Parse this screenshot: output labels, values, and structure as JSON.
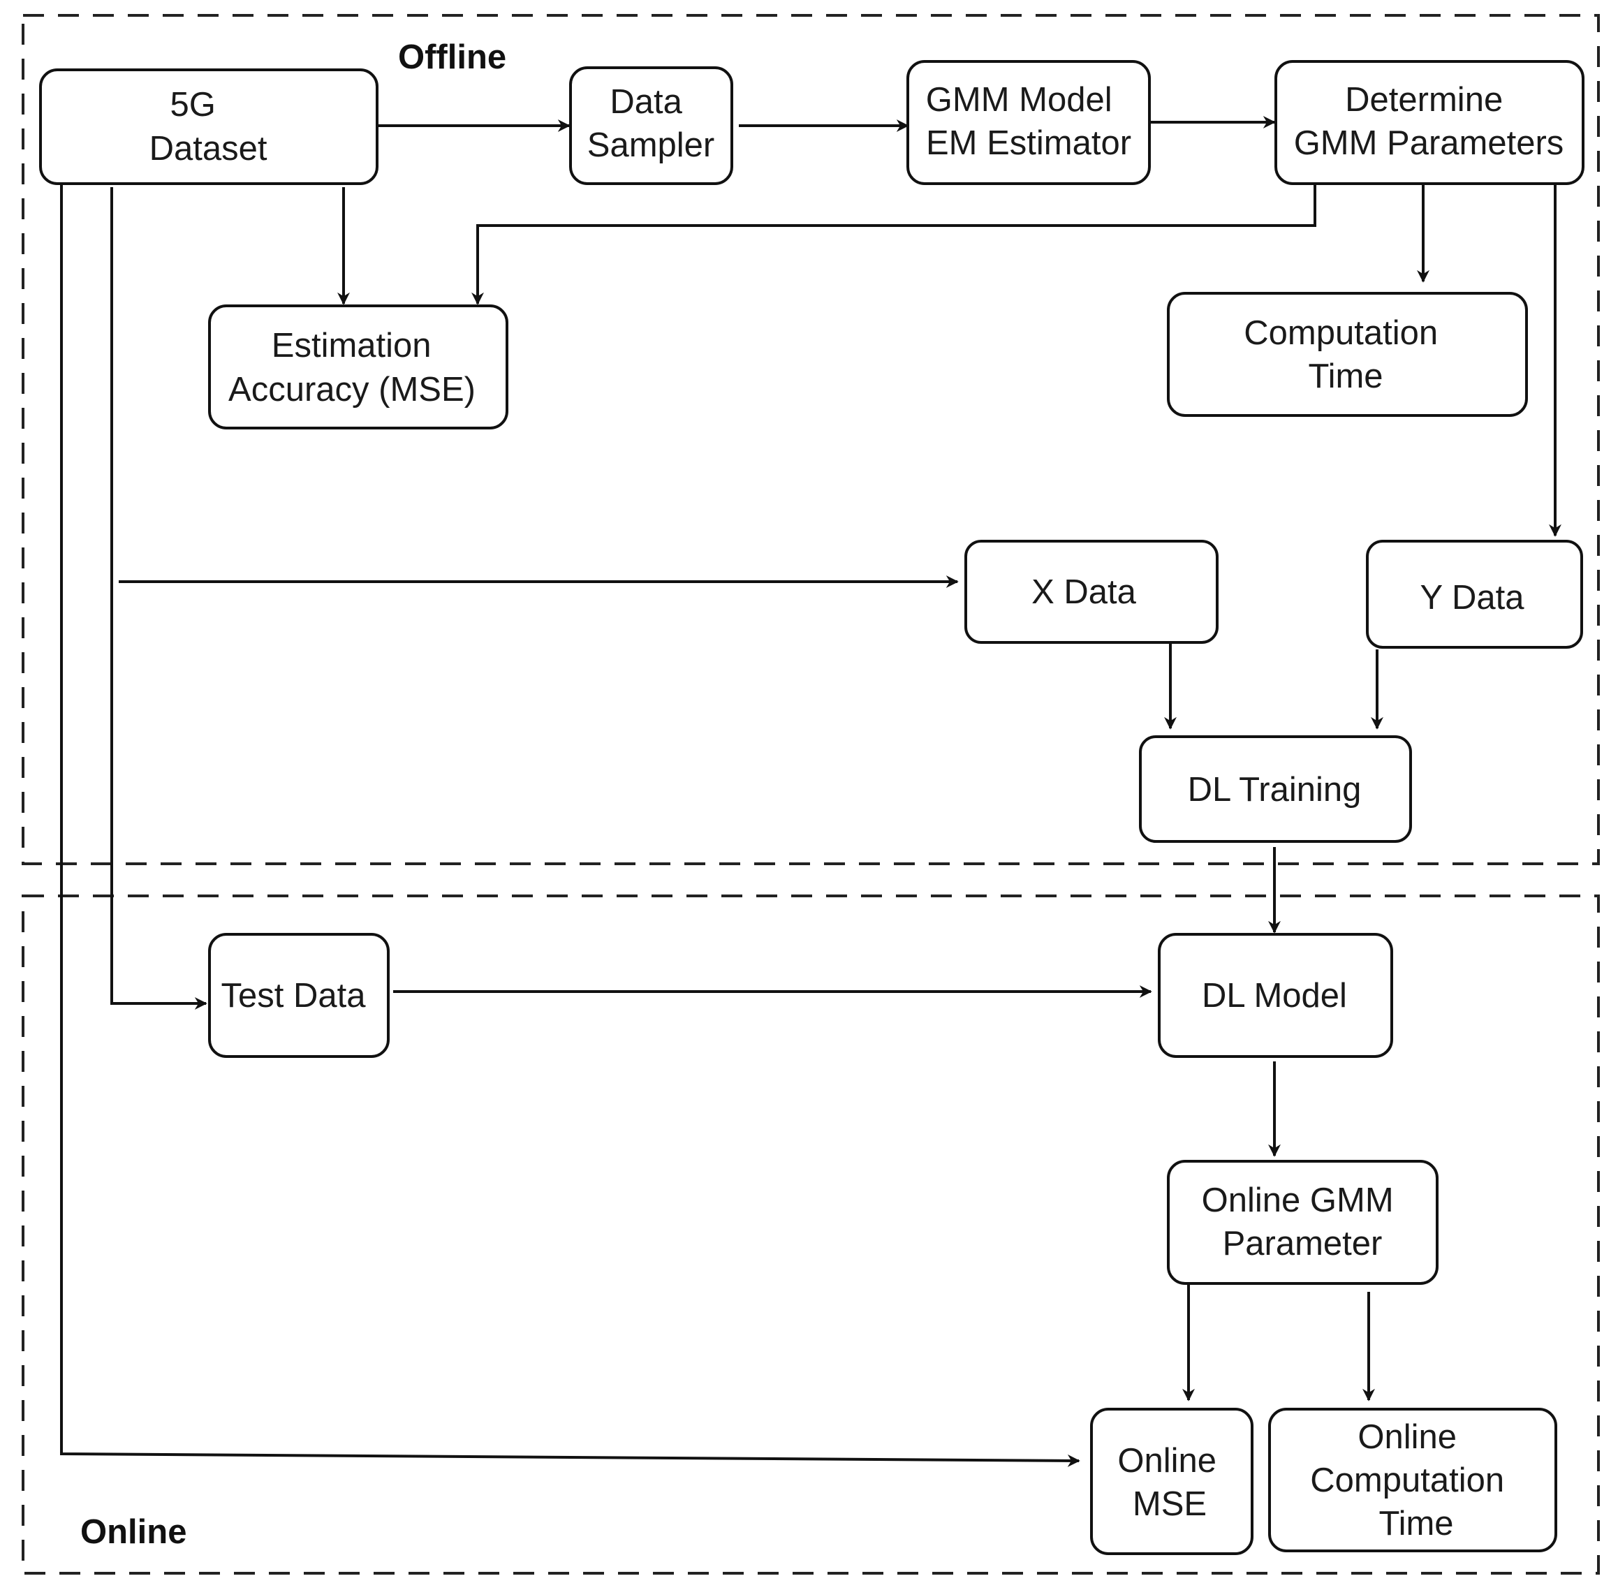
{
  "regions": {
    "offline": {
      "label": "Offline"
    },
    "online": {
      "label": "Online"
    }
  },
  "nodes": {
    "dataset_5g": {
      "lines": [
        "5G",
        "Dataset"
      ]
    },
    "data_sampler": {
      "lines": [
        "Data",
        "Sampler"
      ]
    },
    "gmm_em": {
      "lines": [
        "GMM Model",
        "EM Estimator"
      ]
    },
    "determine_gmm": {
      "lines": [
        "Determine",
        "GMM Parameters"
      ]
    },
    "estimation_accuracy": {
      "lines": [
        "Estimation",
        "Accuracy (MSE)"
      ]
    },
    "computation_time": {
      "lines": [
        "Computation",
        "Time"
      ]
    },
    "x_data": {
      "lines": [
        "X Data"
      ]
    },
    "y_data": {
      "lines": [
        "Y Data"
      ]
    },
    "dl_training": {
      "lines": [
        "DL Training"
      ]
    },
    "test_data": {
      "lines": [
        "Test Data"
      ]
    },
    "dl_model": {
      "lines": [
        "DL Model"
      ]
    },
    "online_gmm": {
      "lines": [
        "Online GMM",
        "Parameter"
      ]
    },
    "online_mse": {
      "lines": [
        "Online",
        "MSE"
      ]
    },
    "online_comp_time": {
      "lines": [
        "Online",
        "Computation",
        "Time"
      ]
    }
  },
  "edges": [
    {
      "from": "dataset_5g",
      "to": "data_sampler"
    },
    {
      "from": "data_sampler",
      "to": "gmm_em"
    },
    {
      "from": "gmm_em",
      "to": "determine_gmm"
    },
    {
      "from": "dataset_5g",
      "to": "estimation_accuracy"
    },
    {
      "from": "determine_gmm",
      "to": "estimation_accuracy"
    },
    {
      "from": "determine_gmm",
      "to": "computation_time"
    },
    {
      "from": "determine_gmm",
      "to": "y_data"
    },
    {
      "from": "dataset_5g",
      "to": "x_data"
    },
    {
      "from": "x_data",
      "to": "dl_training"
    },
    {
      "from": "y_data",
      "to": "dl_training"
    },
    {
      "from": "dl_training",
      "to": "dl_model"
    },
    {
      "from": "dataset_5g",
      "to": "test_data"
    },
    {
      "from": "test_data",
      "to": "dl_model"
    },
    {
      "from": "dl_model",
      "to": "online_gmm"
    },
    {
      "from": "online_gmm",
      "to": "online_mse"
    },
    {
      "from": "online_gmm",
      "to": "online_comp_time"
    },
    {
      "from": "dataset_5g",
      "to": "online_mse"
    }
  ]
}
